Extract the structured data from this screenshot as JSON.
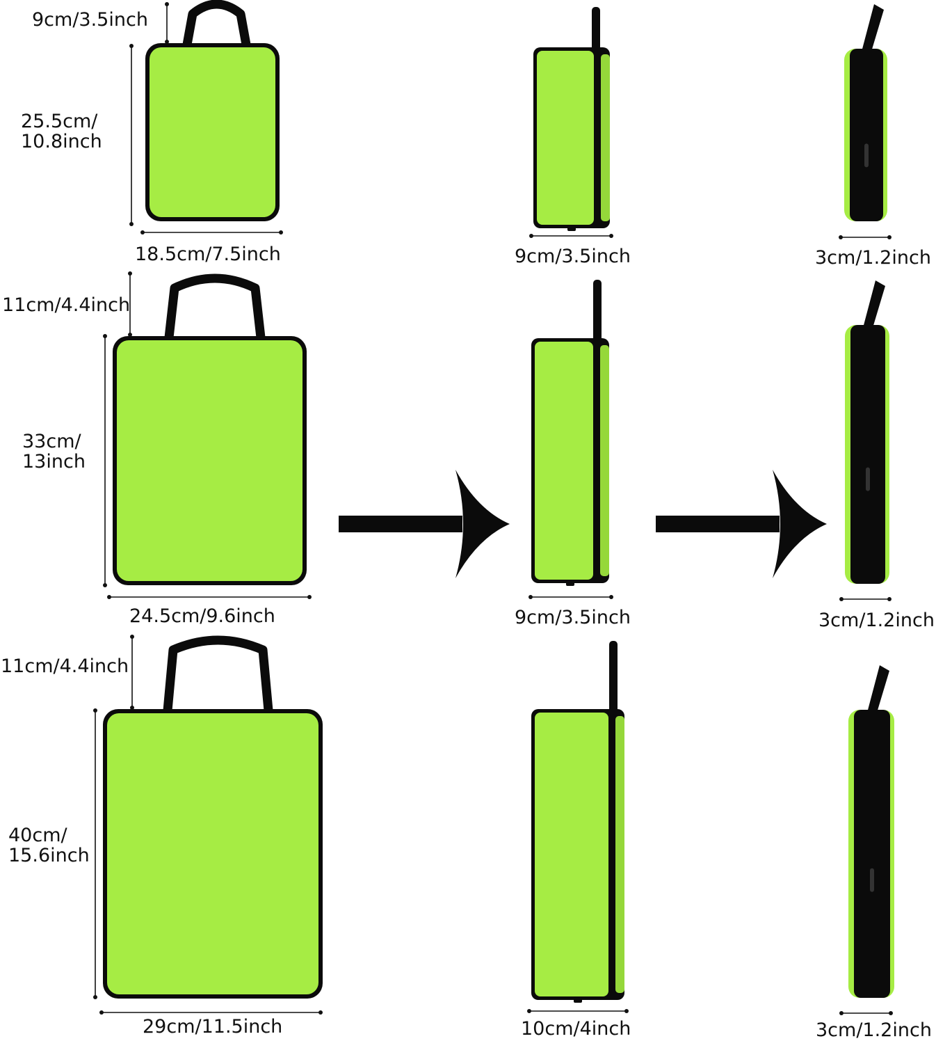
{
  "colors": {
    "fabric": "#a6ec44",
    "fabric_shade": "#95d83a",
    "trim": "#0b0b0b",
    "dim_line": "#111111",
    "background": "#ffffff"
  },
  "rows": [
    {
      "handle_height": "9cm/3.5inch",
      "height": [
        "25.5cm/",
        "10.8inch"
      ],
      "width": "18.5cm/7.5inch",
      "depth_expanded": "9cm/3.5inch",
      "depth_compressed": "3cm/1.2inch"
    },
    {
      "handle_height": "11cm/4.4inch",
      "height": [
        "33cm/",
        "13inch"
      ],
      "width": "24.5cm/9.6inch",
      "depth_expanded": "9cm/3.5inch",
      "depth_compressed": "3cm/1.2inch"
    },
    {
      "handle_height": "11cm/4.4inch",
      "height": [
        "40cm/",
        "15.6inch"
      ],
      "width": "29cm/11.5inch",
      "depth_expanded": "10cm/4inch",
      "depth_compressed": "3cm/1.2inch"
    }
  ],
  "icons": [
    "right-arrow-icon",
    "right-arrow-icon"
  ]
}
